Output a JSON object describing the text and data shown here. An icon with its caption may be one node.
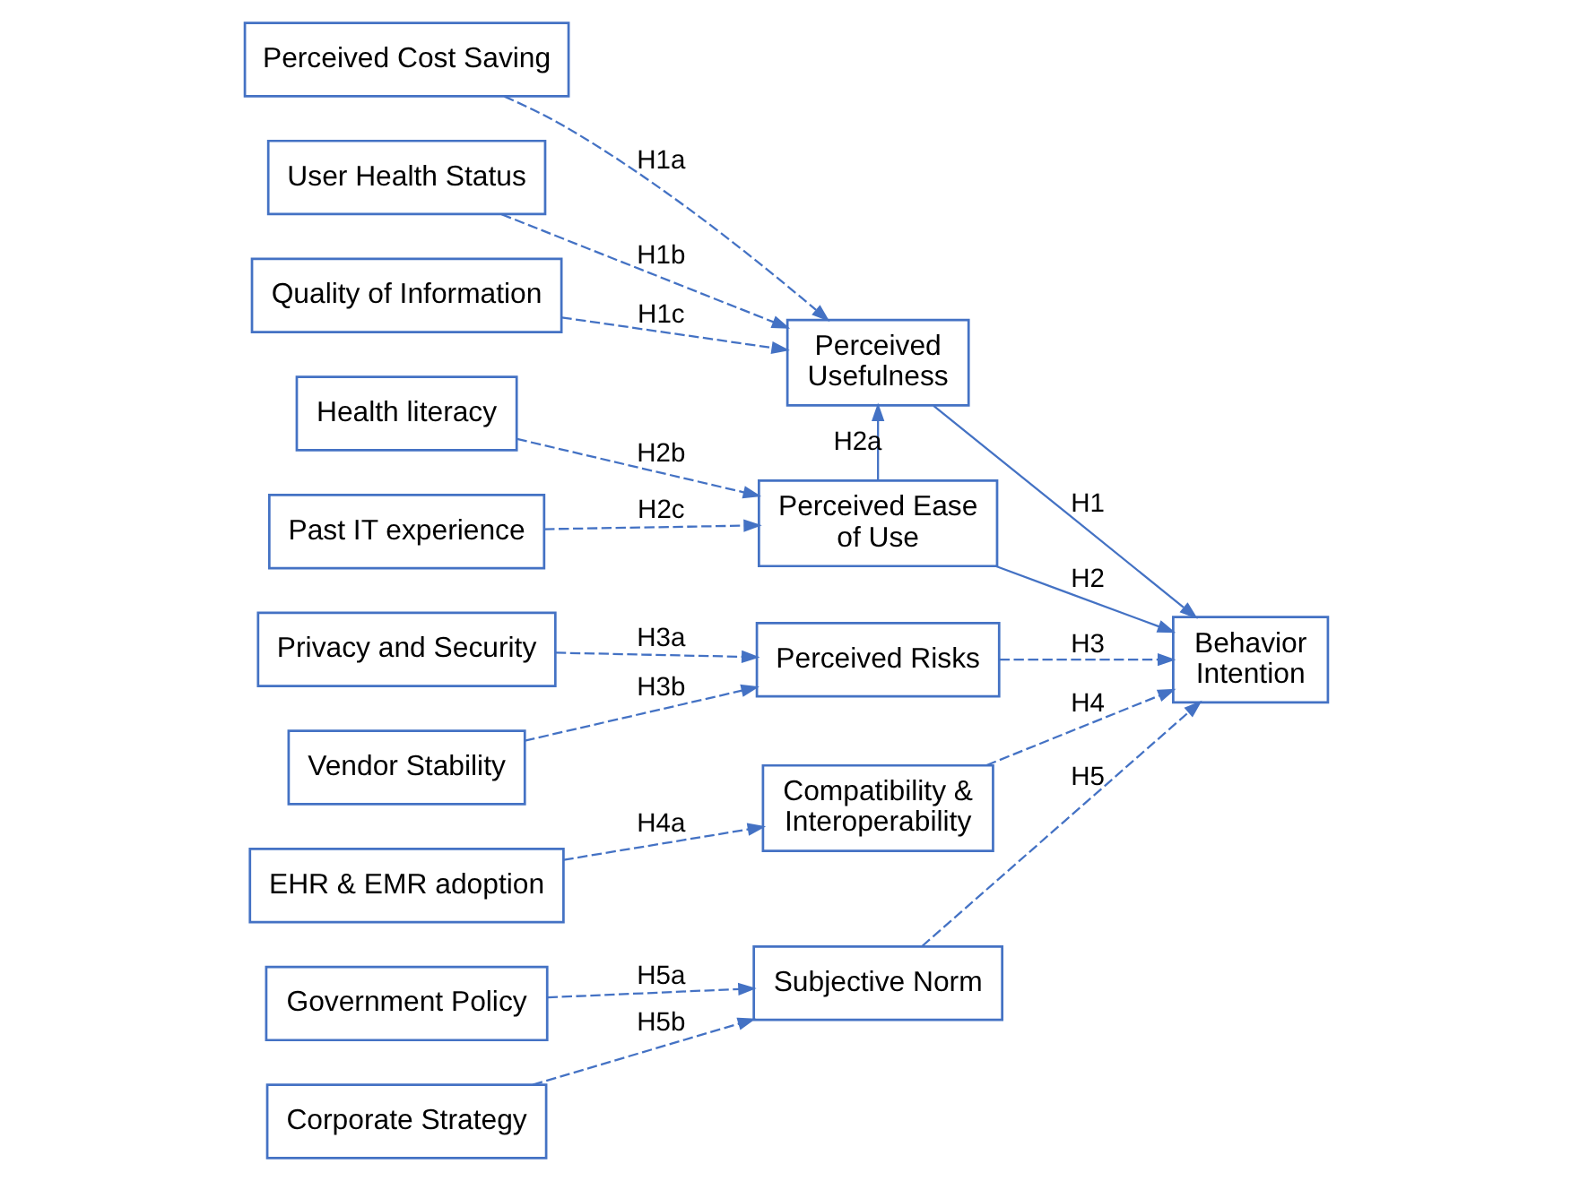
{
  "diagram": {
    "nodes": [
      {
        "text": [
          "Perceived Cost Saving"
        ]
      },
      {
        "text": [
          "User Health Status"
        ]
      },
      {
        "text": [
          "Quality of Information"
        ]
      },
      {
        "text": [
          "Perceived Usefulness"
        ]
      },
      {
        "text": [
          "Health literacy"
        ]
      },
      {
        "text": [
          "Perceived Ease of Use"
        ]
      },
      {
        "text": [
          "Past IT experience"
        ]
      },
      {
        "text": [
          "Privacy and Security"
        ]
      },
      {
        "text": [
          "Perceived Risks"
        ]
      },
      {
        "text": [
          "Vendor Stability"
        ]
      },
      {
        "text": [
          "EHR & EMR adoption"
        ]
      },
      {
        "text": [
          "Compatibility & Interoperability"
        ]
      },
      {
        "text": [
          "Government Policy"
        ]
      },
      {
        "text": [
          "Subjective Norm"
        ]
      },
      {
        "text": [
          "Corporate Strategy"
        ]
      },
      {
        "text": [
          "Behavior Intention"
        ]
      }
    ],
    "edges": [
      {
        "from": 0,
        "to": 3,
        "arrow": "to",
        "label": "H1a",
        "style": "dashed"
      },
      {
        "from": 1,
        "to": 3,
        "arrow": "to",
        "label": "H1b",
        "style": "dashed"
      },
      {
        "from": 2,
        "to": 3,
        "arrow": "to",
        "label": "H1c",
        "style": "dashed"
      },
      {
        "from": 5,
        "to": 3,
        "arrow": "to",
        "label": "H2a"
      },
      {
        "from": 4,
        "to": 5,
        "arrow": "to",
        "label": "H2b",
        "style": "dashed"
      },
      {
        "from": 6,
        "to": 5,
        "arrow": "to",
        "label": "H2c",
        "style": "dashed"
      },
      {
        "from": 7,
        "to": 8,
        "arrow": "to",
        "label": "H3a",
        "style": "dashed"
      },
      {
        "from": 9,
        "to": 8,
        "arrow": "to",
        "label": "H3b",
        "style": "dashed"
      },
      {
        "from": 10,
        "to": 11,
        "arrow": "to",
        "label": "H4a",
        "style": "dashed"
      },
      {
        "from": 12,
        "to": 13,
        "arrow": "to",
        "label": "H5a",
        "style": "dashed"
      },
      {
        "from": 14,
        "to": 13,
        "arrow": "to",
        "label": "H5b",
        "style": "dashed"
      },
      {
        "from": 3,
        "to": 15,
        "arrow": "to",
        "label": "H1"
      },
      {
        "from": 5,
        "to": 15,
        "arrow": "to",
        "label": "H2"
      },
      {
        "from": 8,
        "to": 15,
        "arrow": "to",
        "label": "H3",
        "style": "dashed"
      },
      {
        "from": 11,
        "to": 15,
        "arrow": "to",
        "label": "H4",
        "style": "dashed"
      },
      {
        "from": 13,
        "to": 15,
        "arrow": "to",
        "label": "H5",
        "style": "dashed"
      }
    ]
  }
}
